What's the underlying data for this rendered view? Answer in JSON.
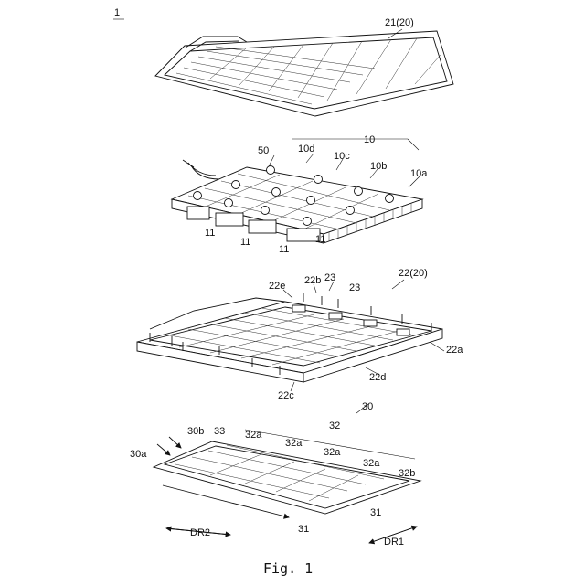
{
  "figure": {
    "caption": "Fig. 1",
    "assembly_ref": "1"
  },
  "labels": {
    "cover": "21(20)",
    "module_group": "10",
    "module_a": "10a",
    "module_b": "10b",
    "module_c": "10c",
    "module_d": "10d",
    "connector": "50",
    "cell_bottom_1": "11",
    "cell_bottom_2": "11",
    "cell_bottom_3": "11",
    "cell_bottom_4": "11",
    "tray": "22(20)",
    "tray_wall_e": "22e",
    "tray_b": "22b",
    "stud_1": "23",
    "stud_2": "23",
    "tray_a": "22a",
    "tray_d": "22d",
    "tray_c": "22c",
    "cooler": "30",
    "channel_group": "32",
    "inlet_b": "30b",
    "inlet_a": "30a",
    "header": "33",
    "channel_1": "32a",
    "channel_2": "32a",
    "channel_3": "32a",
    "channel_4": "32a",
    "channel_end": "32b",
    "plate_1": "31",
    "plate_2": "31",
    "dir_2": "DR2",
    "dir_1": "DR1"
  }
}
